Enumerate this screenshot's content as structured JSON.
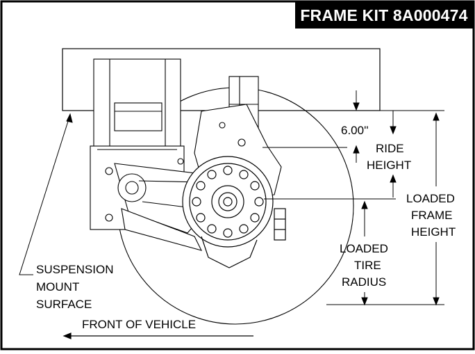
{
  "title": "FRAME KIT 8A000474",
  "labels": {
    "dimension_value": "6.00''",
    "ride_height": [
      "RIDE",
      "HEIGHT"
    ],
    "loaded_frame_height": [
      "LOADED",
      "FRAME",
      "HEIGHT"
    ],
    "loaded_tire_radius": [
      "LOADED",
      "TIRE",
      "RADIUS"
    ],
    "suspension_mount_surface": [
      "SUSPENSION",
      "MOUNT",
      "SURFACE"
    ],
    "front_of_vehicle": "FRONT OF VEHICLE"
  }
}
